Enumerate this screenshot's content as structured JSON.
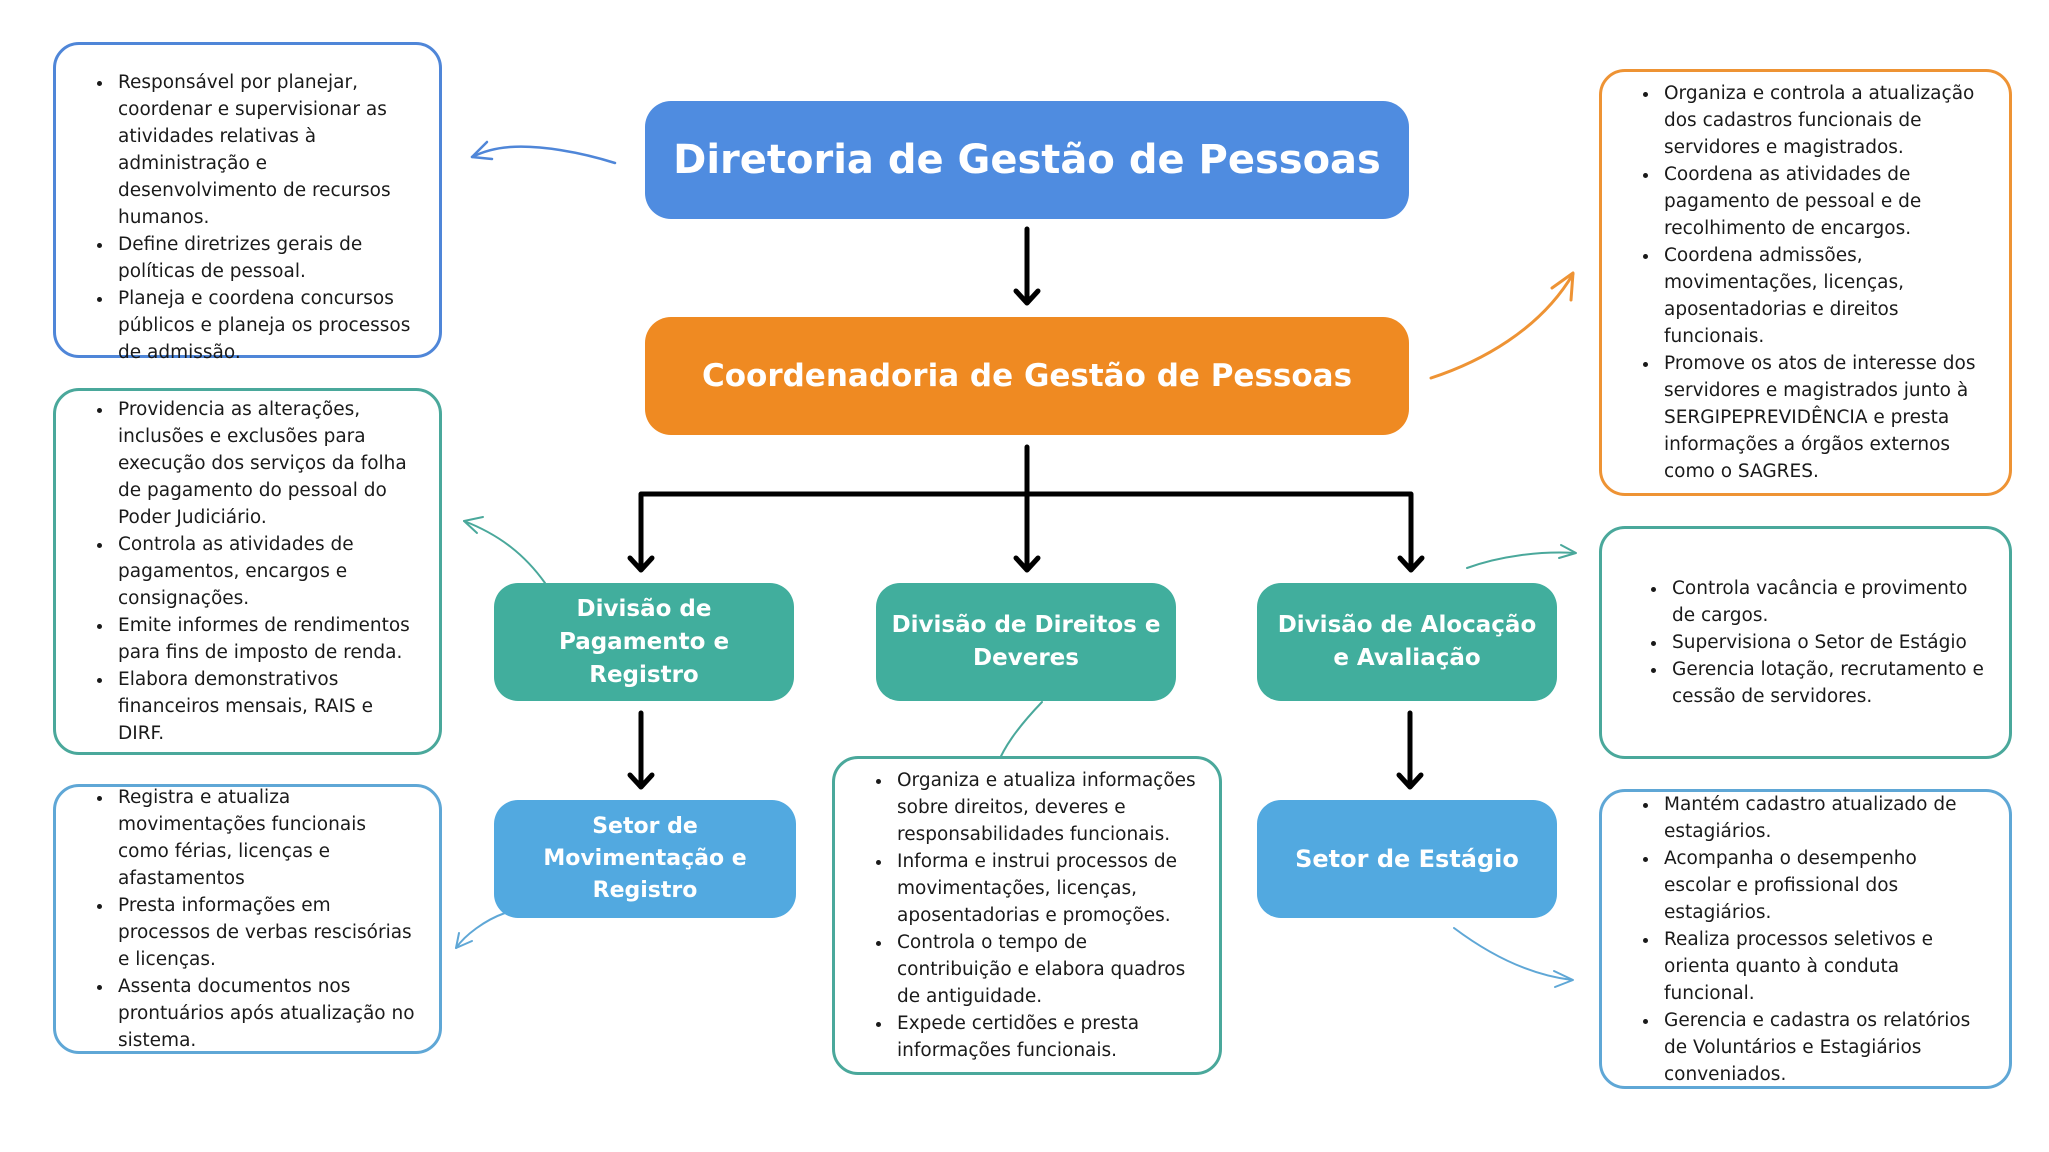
{
  "title": "Diretoria de Gestão de Pessoas",
  "colors": {
    "diretoria": "#4F8CE0",
    "coordenadoria": "#EF8A22",
    "divisao": "#41AE9D",
    "setor": "#52A9E0",
    "connector": "#000000"
  },
  "nodes": {
    "diretoria": "Diretoria de Gestão de Pessoas",
    "coordenadoria": "Coordenadoria de Gestão de Pessoas",
    "div_pagamento": "Divisão de Pagamento e Registro",
    "div_direitos": "Divisão de Direitos e Deveres",
    "div_alocacao": "Divisão de Alocação e Avaliação",
    "setor_movimentacao": "Setor de Movimentação e Registro",
    "setor_estagio": "Setor de Estágio"
  },
  "descriptions": {
    "diretoria": [
      "Responsável por planejar, coordenar e supervisionar as atividades relativas à administração e desenvolvimento de recursos humanos.",
      "Define diretrizes gerais de políticas de pessoal.",
      "Planeja e coordena concursos públicos e planeja os processos de admissão."
    ],
    "coordenadoria": [
      "Organiza e controla a atualização dos cadastros funcionais de servidores e magistrados.",
      "Coordena as atividades de pagamento de pessoal e de recolhimento de encargos.",
      "Coordena admissões, movimentações, licenças, aposentadorias e direitos funcionais.",
      "Promove os atos de interesse dos servidores e magistrados junto à SERGIPEPREVIDÊNCIA e presta informações a órgãos externos como o SAGRES."
    ],
    "div_pagamento": [
      "Providencia as alterações, inclusões e exclusões para execução dos serviços da folha de pagamento do pessoal do Poder Judiciário.",
      "Controla as atividades de pagamentos, encargos e consignações.",
      "Emite informes de rendimentos para fins de imposto de renda.",
      "Elabora demonstrativos financeiros mensais, RAIS e DIRF."
    ],
    "setor_movimentacao": [
      "Registra e atualiza movimentações funcionais como férias, licenças e afastamentos",
      "Presta informações em processos de verbas rescisórias e licenças.",
      "Assenta documentos nos prontuários após atualização no sistema."
    ],
    "div_direitos": [
      "Organiza e atualiza informações sobre direitos, deveres e responsabilidades funcionais.",
      "Informa e instrui processos de movimentações, licenças, aposentadorias e promoções.",
      "Controla o tempo de contribuição e elabora quadros de antiguidade.",
      "Expede certidões e presta informações funcionais."
    ],
    "div_alocacao": [
      "Controla vacância e provimento de cargos.",
      "Supervisiona o Setor de Estágio",
      "Gerencia lotação, recrutamento e cessão de servidores."
    ],
    "setor_estagio": [
      "Mantém cadastro atualizado de estagiários.",
      "Acompanha o desempenho escolar e profissional dos estagiários.",
      "Realiza processos seletivos e orienta quanto à conduta funcional.",
      "Gerencia e cadastra os relatórios de Voluntários e Estagiários conveniados."
    ]
  }
}
